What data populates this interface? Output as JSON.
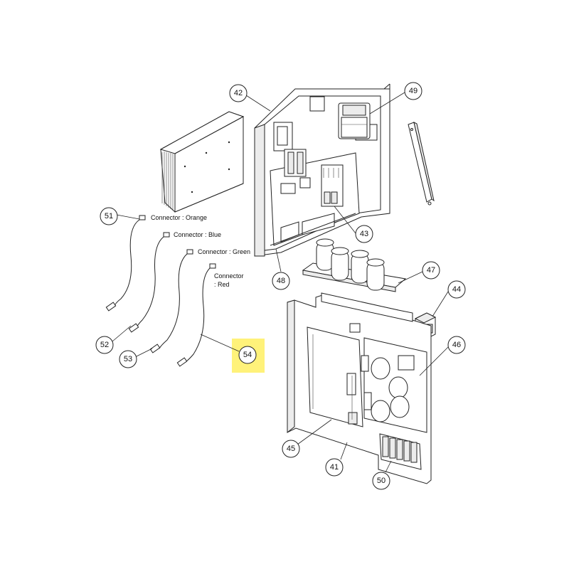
{
  "diagram": {
    "highlight_color": "#fff27a",
    "line_color": "#222222",
    "callouts": [
      {
        "id": "42",
        "label": "42"
      },
      {
        "id": "49",
        "label": "49"
      },
      {
        "id": "43",
        "label": "43"
      },
      {
        "id": "48",
        "label": "48"
      },
      {
        "id": "47",
        "label": "47"
      },
      {
        "id": "44",
        "label": "44"
      },
      {
        "id": "46",
        "label": "46"
      },
      {
        "id": "45",
        "label": "45"
      },
      {
        "id": "41",
        "label": "41"
      },
      {
        "id": "50",
        "label": "50"
      },
      {
        "id": "51",
        "label": "51"
      },
      {
        "id": "52",
        "label": "52"
      },
      {
        "id": "53",
        "label": "53"
      },
      {
        "id": "54",
        "label": "54",
        "highlighted": true
      }
    ],
    "connectors": {
      "orange": "Connector : Orange",
      "blue": "Connector : Blue",
      "green": "Connector : Green",
      "red_line1": "Connector",
      "red_line2": ": Red"
    }
  }
}
